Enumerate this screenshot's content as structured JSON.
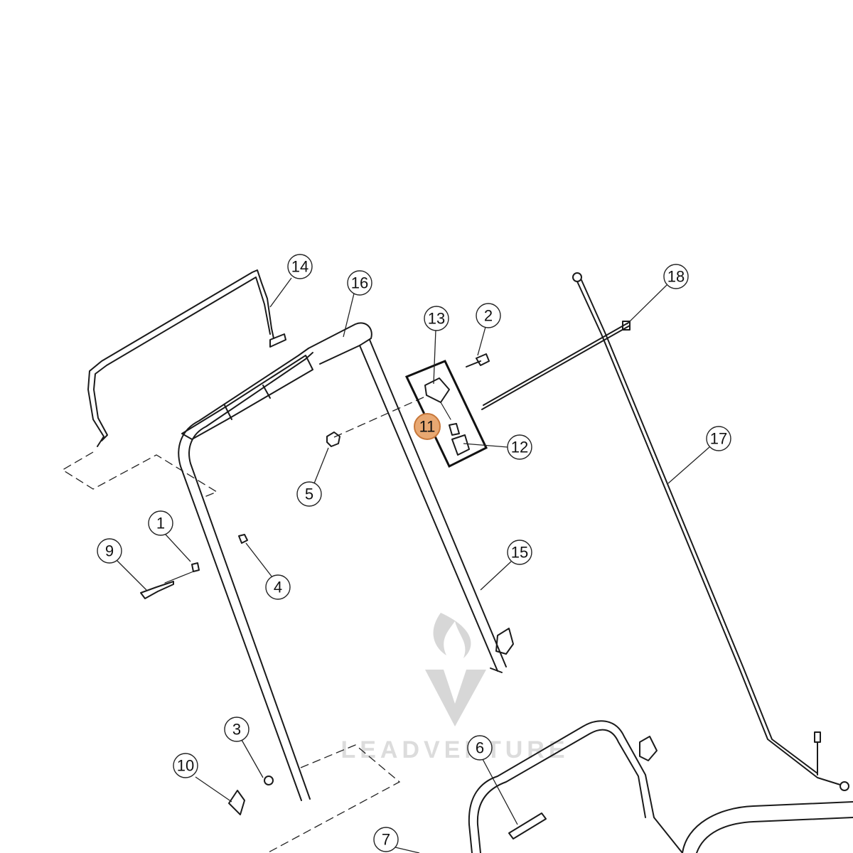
{
  "diagram": {
    "callouts": [
      "1",
      "2",
      "3",
      "4",
      "5",
      "6",
      "7",
      "9",
      "10",
      "11",
      "12",
      "13",
      "14",
      "15",
      "16",
      "17",
      "18"
    ],
    "highlighted_callout": "11"
  },
  "watermark": {
    "text": "LEADVENTURE"
  },
  "colors": {
    "highlight_fill": "#e8a872",
    "highlight_stroke": "#c7773a",
    "line": "#1a1a1a"
  }
}
